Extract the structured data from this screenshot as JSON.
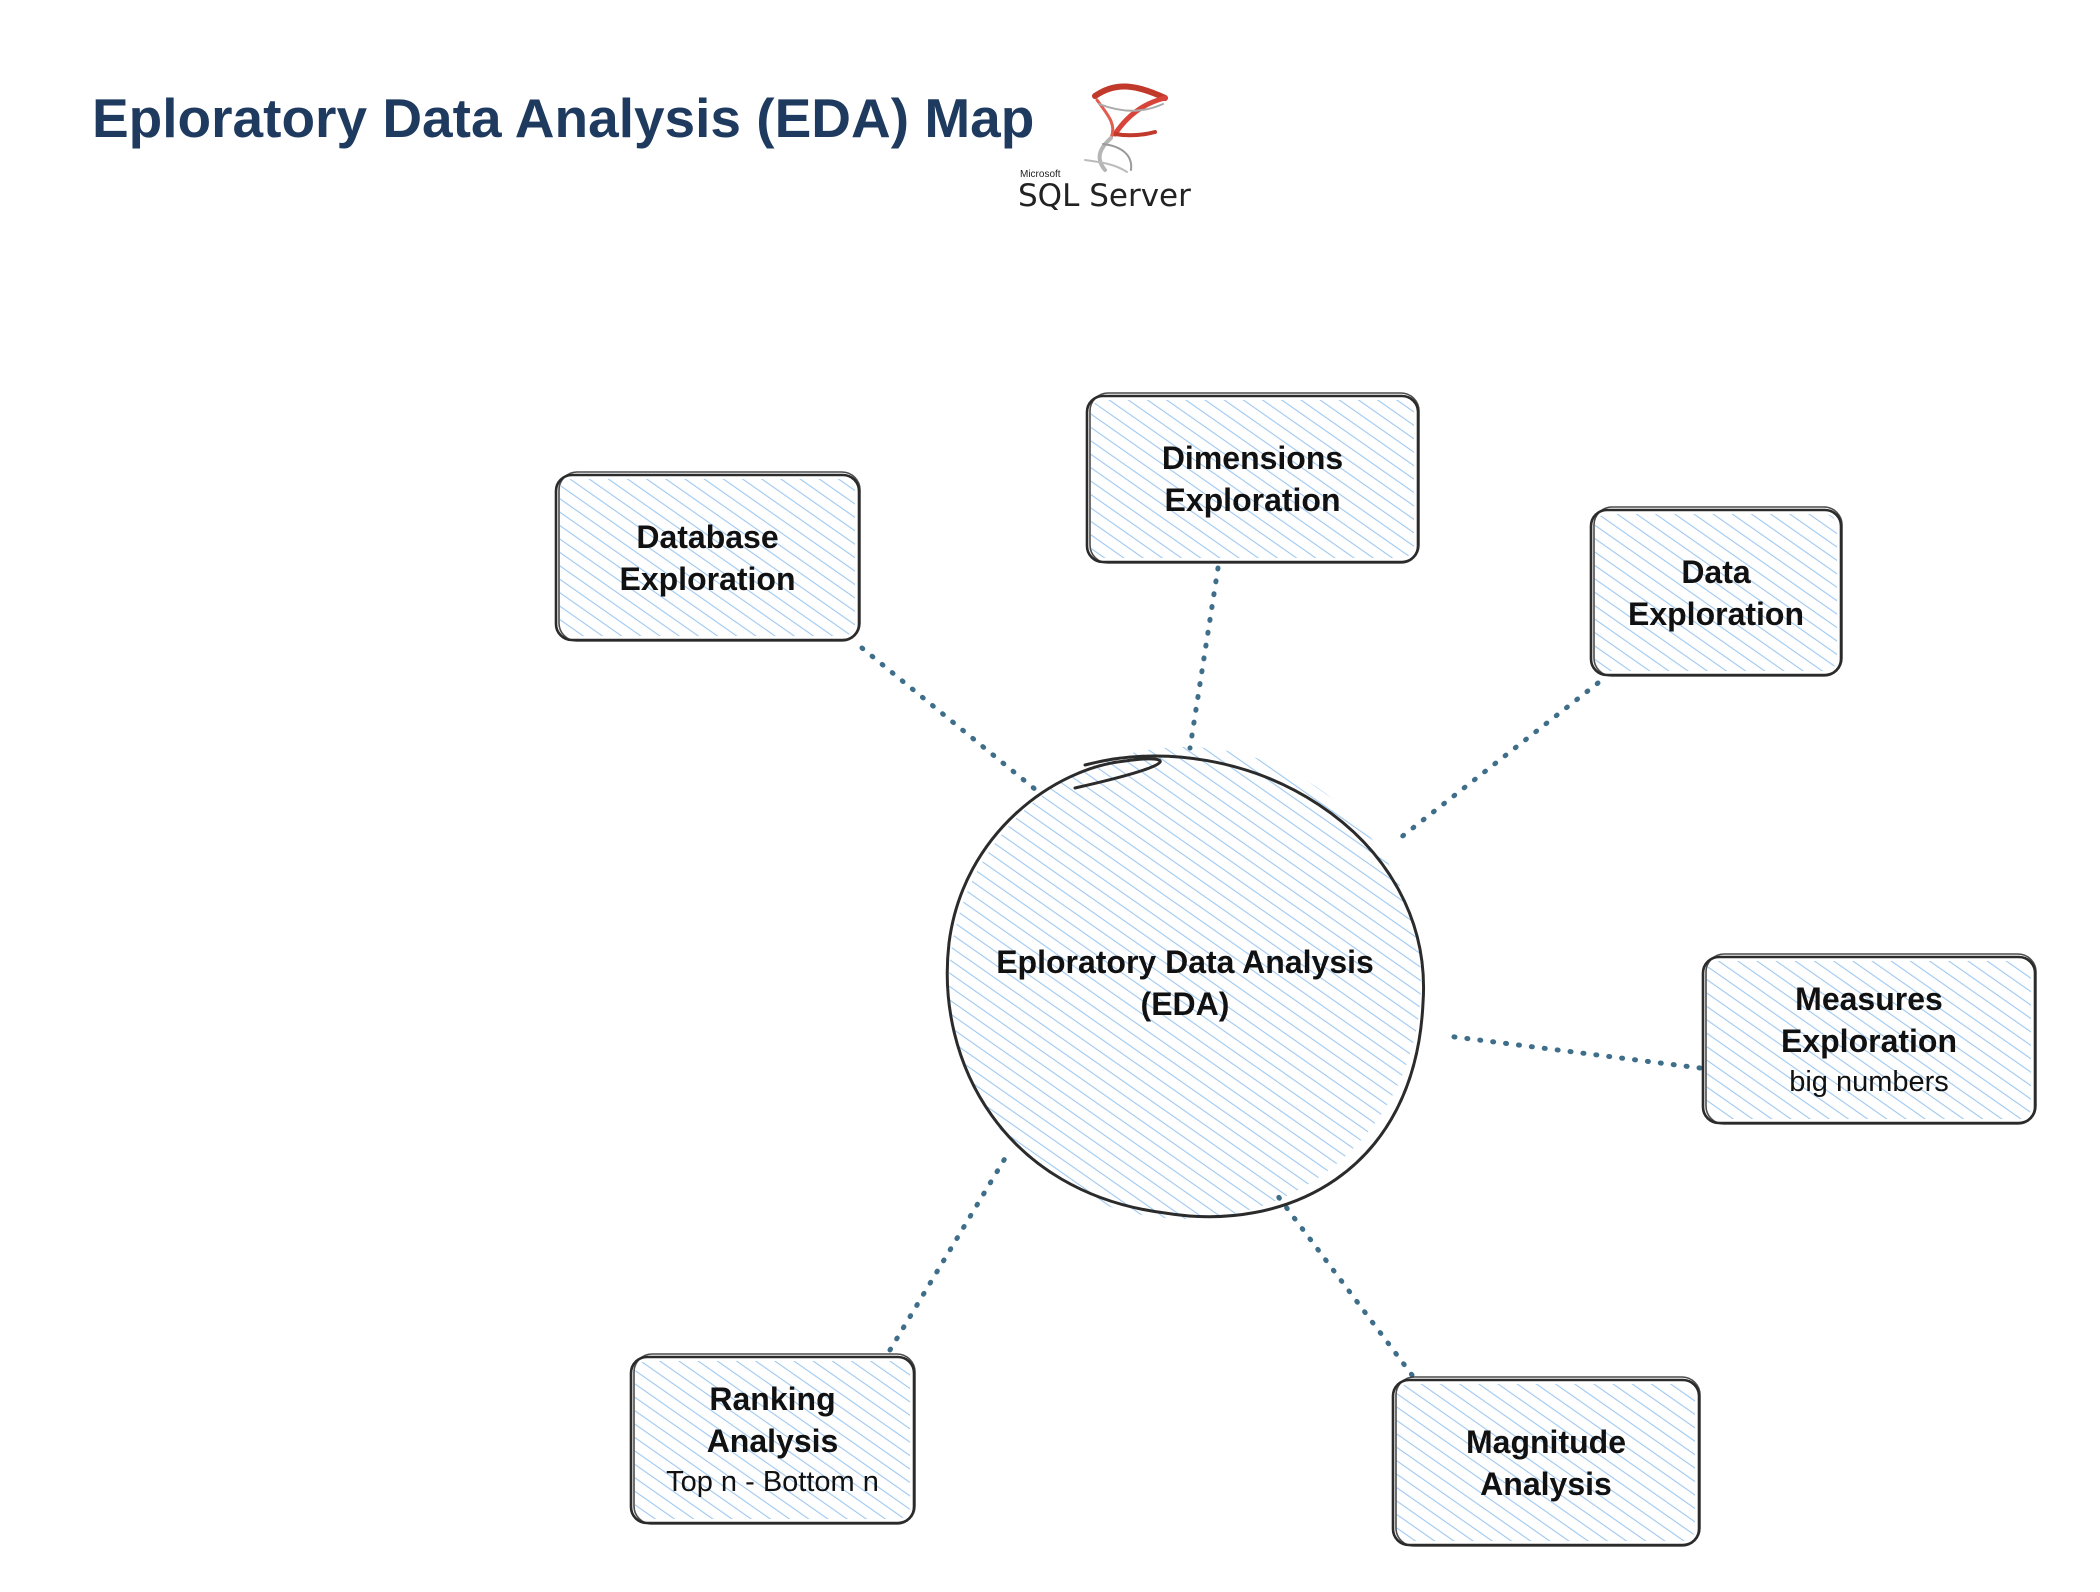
{
  "title": "Eploratory Data Analysis (EDA) Map",
  "logo": {
    "brand": "Microsoft",
    "product": "SQL Server",
    "icon": "sql-server-logo-icon"
  },
  "colors": {
    "title": "#1f3a5f",
    "node_fill_hatch": "#9ec8f0",
    "node_stroke": "#2b2b2b",
    "connector": "#3f6e8a"
  },
  "center": {
    "label": "Eploratory Data Analysis\n(EDA)"
  },
  "nodes": [
    {
      "id": "database-exploration",
      "label": "Database\nExploration",
      "sub": ""
    },
    {
      "id": "dimensions-exploration",
      "label": "Dimensions\nExploration",
      "sub": ""
    },
    {
      "id": "data-exploration",
      "label": "Data\nExploration",
      "sub": ""
    },
    {
      "id": "measures-exploration",
      "label": "Measures\nExploration",
      "sub": "big numbers"
    },
    {
      "id": "magnitude-analysis",
      "label": "Magnitude\nAnalysis",
      "sub": ""
    },
    {
      "id": "ranking-analysis",
      "label": "Ranking\nAnalysis",
      "sub": "Top n - Bottom n"
    }
  ]
}
